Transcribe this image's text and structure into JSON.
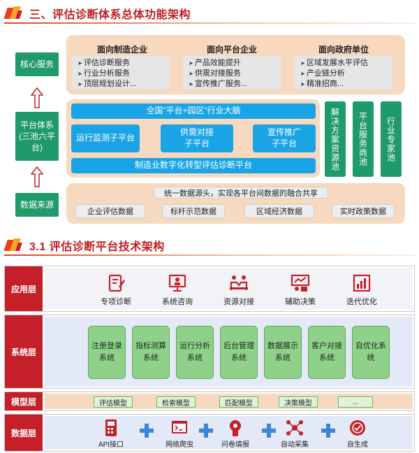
{
  "section1": {
    "title": "三、评估诊断体系总体功能架构"
  },
  "left_column": {
    "core": "核心服务",
    "platform": "平台体系\n(三池六平台)",
    "data": "数据来源"
  },
  "core_services": {
    "columns": [
      {
        "title": "面向制造企业",
        "items": [
          "评估诊断服务",
          "行业分析服务",
          "顶层规划设计..."
        ]
      },
      {
        "title": "面向平台企业",
        "items": [
          "产品效能提升",
          "供需对接服务",
          "宣传推广服务..."
        ]
      },
      {
        "title": "面向政府单位",
        "items": [
          "区域发展水平评估",
          "产业链分析",
          "精准招商..."
        ]
      }
    ]
  },
  "platform": {
    "top_bar": "全国”平台+园区“行业大脑",
    "sub": [
      "运行监测子平台",
      "供需对接\n子平台",
      "宣传推广\n子平台"
    ],
    "bottom_bar": "制造业数字化转型评估诊断平台",
    "pools": [
      "解决方案资源池",
      "平台服务商池",
      "行业专家池"
    ]
  },
  "data_source": {
    "header": "统一数据源头，实现各平台间数据的融合共享",
    "items": [
      "企业评估数据",
      "标杆示范数据",
      "区域经济数据",
      "实时政策数据"
    ]
  },
  "section2": {
    "title": "3.1 评估诊断平台技术架构"
  },
  "layers": {
    "app": {
      "label": "应用层",
      "items": [
        {
          "label": "专项诊断",
          "icon": "diagnosis-icon"
        },
        {
          "label": "系统咨询",
          "icon": "consulting-icon"
        },
        {
          "label": "资源对接",
          "icon": "handshake-icon"
        },
        {
          "label": "辅助决策",
          "icon": "decision-icon"
        },
        {
          "label": "迭代优化",
          "icon": "chart-icon"
        }
      ]
    },
    "system": {
      "label": "系统层",
      "items": [
        "注册登录系统",
        "指标测算系统",
        "运行分析系统",
        "后台管理系统",
        "数据展示系统",
        "客户对接系统",
        "自优化系统"
      ]
    },
    "model": {
      "label": "模型层",
      "items": [
        "评估模型",
        "检索模型",
        "匹配模型",
        "决策模型",
        "..."
      ]
    },
    "data": {
      "label": "数据层",
      "items": [
        {
          "label": "API接口",
          "icon": "api-icon"
        },
        {
          "label": "网络爬虫",
          "icon": "crawler-icon"
        },
        {
          "label": "问卷填报",
          "icon": "survey-icon"
        },
        {
          "label": "自动采集",
          "icon": "collect-icon"
        },
        {
          "label": "自生成",
          "icon": "generate-icon"
        }
      ]
    }
  },
  "colors": {
    "red": "#c5202a",
    "green": "#1f9a6a",
    "blue": "#1aa4e6",
    "peach": "#f7d9bf",
    "light_green": "#8fd18a"
  }
}
